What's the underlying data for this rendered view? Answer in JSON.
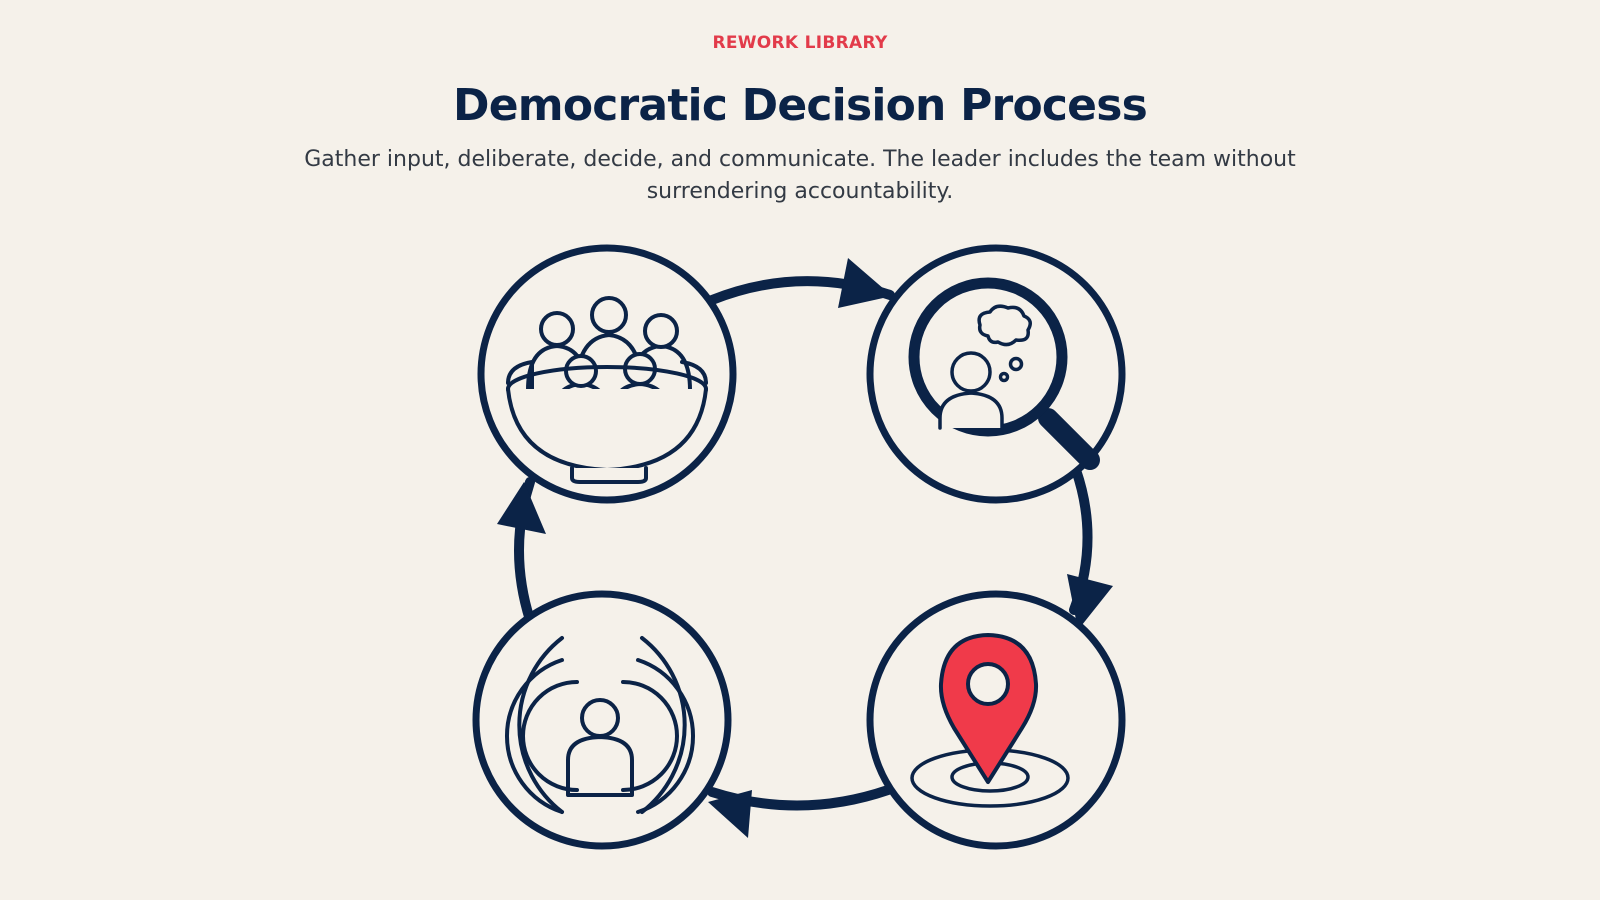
{
  "header": {
    "eyebrow": "REWORK LIBRARY",
    "title": "Democratic Decision Process",
    "subtitle": "Gather input, deliberate, decide, and communicate. The leader includes the team without surrendering accountability."
  },
  "diagram": {
    "steps": [
      {
        "id": "gather",
        "icon": "people-in-bowl-icon"
      },
      {
        "id": "deliberate",
        "icon": "magnifier-thinking-person-icon"
      },
      {
        "id": "decide",
        "icon": "map-pin-target-icon"
      },
      {
        "id": "communicate",
        "icon": "person-broadcast-icon"
      }
    ],
    "flow": "clockwise"
  },
  "colors": {
    "background": "#f5f1ea",
    "navy": "#0b2347",
    "accent": "#e23b4a",
    "pin": "#f03a4a",
    "text": "#333a44"
  }
}
